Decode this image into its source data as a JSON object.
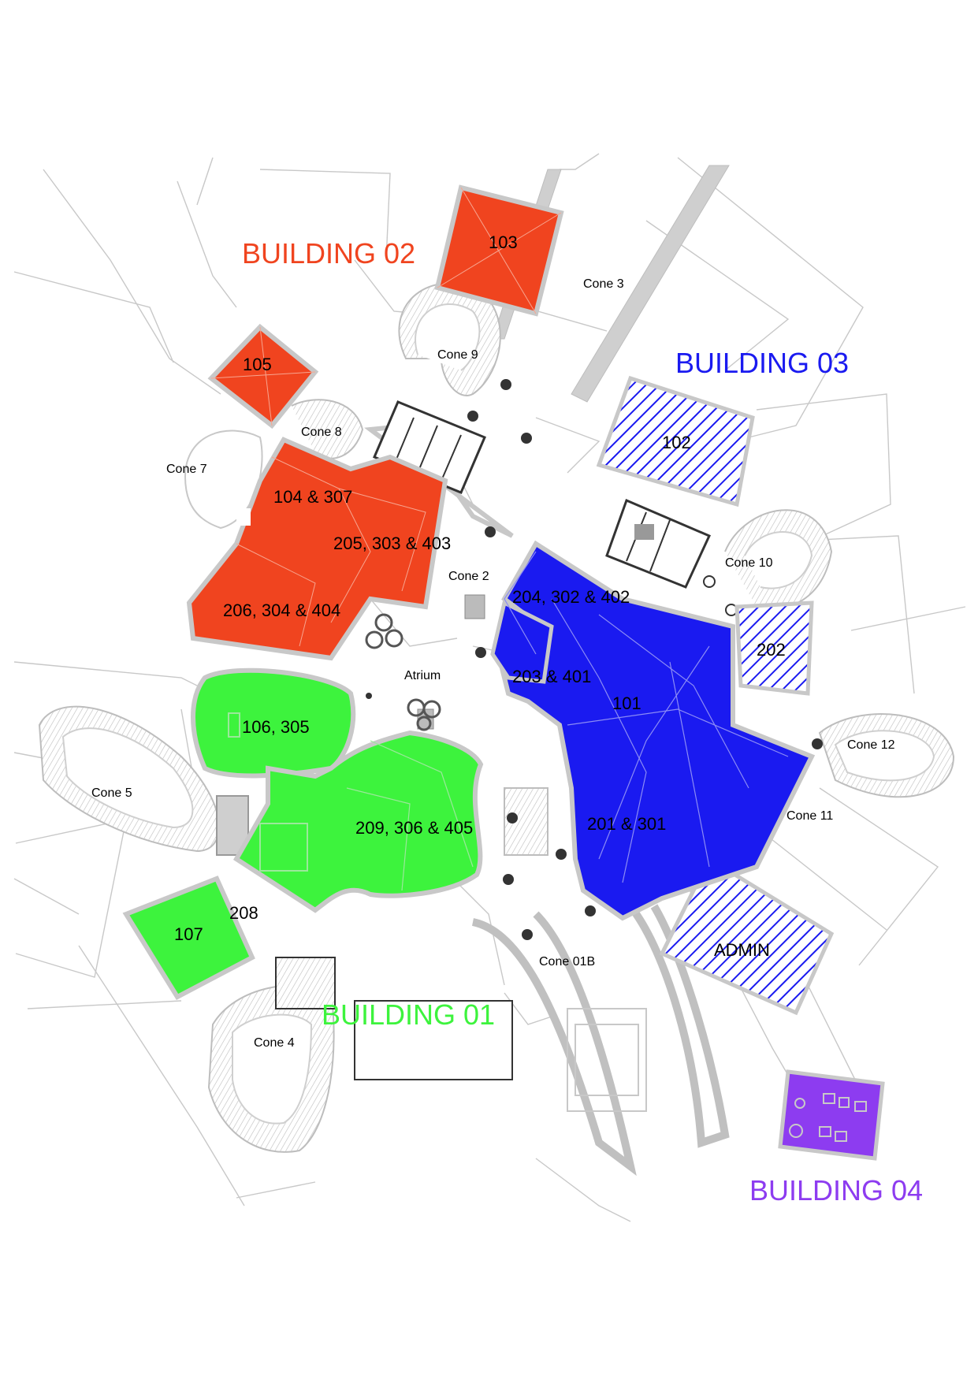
{
  "buildings": [
    {
      "name": "BUILDING 02",
      "color": "#f0441f"
    },
    {
      "name": "BUILDING 03",
      "color": "#1a1af0"
    },
    {
      "name": "BUILDING 01",
      "color": "#3df33d"
    },
    {
      "name": "BUILDING 04",
      "color": "#8d3cf0"
    }
  ],
  "rooms": {
    "r103": "103",
    "r105": "105",
    "r104_307": "104 & 307",
    "r205_303_403": "205, 303 & 403",
    "r206_304_404": "206, 304 & 404",
    "r102": "102",
    "r204_302_402": "204, 302 & 402",
    "r202": "202",
    "r203_401": "203 & 401",
    "r101": "101",
    "r201_301": "201 & 301",
    "admin": "ADMIN",
    "r106_305": "106, 305",
    "r209_306_405": "209, 306 & 405",
    "r208": "208",
    "r107": "107"
  },
  "areas": {
    "cone3": "Cone 3",
    "cone9": "Cone 9",
    "cone8": "Cone 8",
    "cone7": "Cone 7",
    "cone2": "Cone 2",
    "cone10": "Cone 10",
    "atrium": "Atrium",
    "cone12": "Cone 12",
    "cone5": "Cone 5",
    "cone11": "Cone 11",
    "cone01b": "Cone 01B",
    "cone4": "Cone 4"
  },
  "colors": {
    "building_02": "#f0441f",
    "building_03": "#1a1af0",
    "building_01": "#3df33d",
    "building_04": "#8d3cf0",
    "linework": "#c8c8c8"
  }
}
